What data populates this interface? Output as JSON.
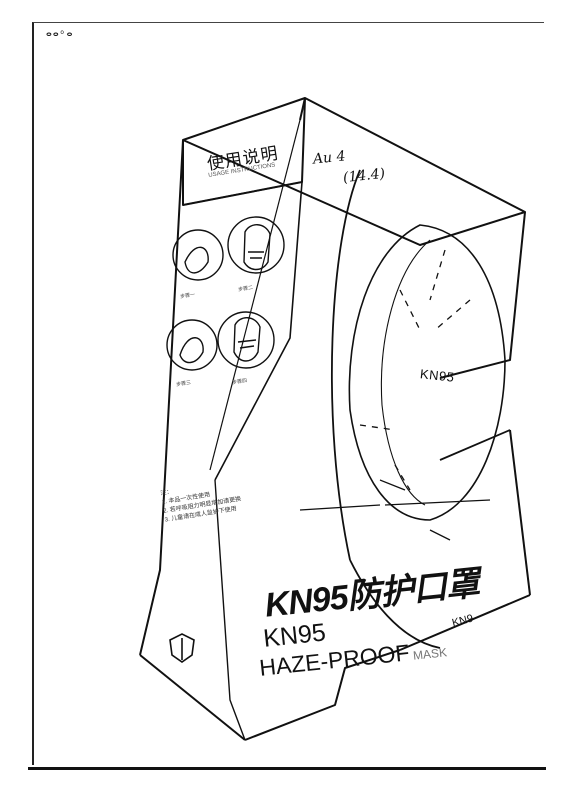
{
  "corner_mark": "ⴰⴰ ͦ ⴰ",
  "box": {
    "instructions_title": "使用说明",
    "instructions_subtitle": "USAGE INSTRUCTIONS",
    "handwriting_line1": "Au 4",
    "handwriting_line2": "(14.4)",
    "mask_label": "KN95",
    "product_title_cn": "KN95防护口罩",
    "product_model": "KN95",
    "product_subtitle_main": "HAZE-PROOF",
    "product_subtitle_fade": " MASK",
    "side_text": "KN9",
    "notes_text": "注：\n1. 本品一次性使用\n2. 若呼吸阻力明显增加请更换\n3. 儿童请在成人监护下使用",
    "step_captions": [
      "步骤一",
      "步骤二",
      "步骤三",
      "步骤四"
    ],
    "icons": [
      "shield-logo-icon"
    ]
  }
}
